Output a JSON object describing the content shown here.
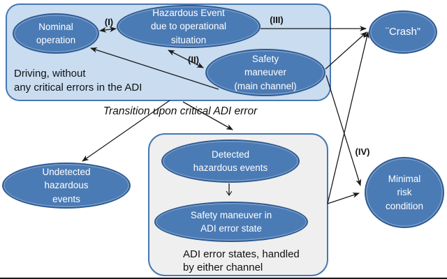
{
  "diagram": {
    "title_note": "Transition upon critical ADI error",
    "colors": {
      "ellipse_fill": "#4b7bb5",
      "ellipse_stroke": "#2e5a92",
      "blue_group_fill": "#c9dcf0",
      "gray_group_fill": "#efefef",
      "group_stroke": "#4577b2",
      "arrow": "#1a1a1a",
      "state_text": "#ffffff",
      "label_text": "#111111"
    },
    "groups": {
      "driving": {
        "lines": [
          "Driving, without",
          "any critical errors in the ADI"
        ]
      },
      "adi_error": {
        "lines": [
          "ADI error states, handled",
          "by either channel"
        ]
      }
    },
    "states": {
      "nominal": {
        "lines": [
          "Nominal",
          "operation"
        ]
      },
      "hazardous": {
        "lines": [
          "Hazardous Event",
          "due to operational",
          "situation"
        ]
      },
      "safety_main": {
        "lines": [
          "Safety",
          "maneuver",
          "(main channel)"
        ]
      },
      "crash": {
        "lines": [
          "¨Crash”"
        ]
      },
      "undetected": {
        "lines": [
          "Undetected",
          "hazardous",
          "events"
        ]
      },
      "detected": {
        "lines": [
          "Detected",
          "hazardous events"
        ]
      },
      "safety_adi": {
        "lines": [
          "Safety maneuver in",
          "ADI error state"
        ]
      },
      "mrc": {
        "lines": [
          "Minimal",
          "risk",
          "condition"
        ]
      }
    },
    "transition_labels": {
      "t1": "(I)",
      "t2": "(II)",
      "t3": "(III)",
      "t4": "(IV)"
    }
  }
}
